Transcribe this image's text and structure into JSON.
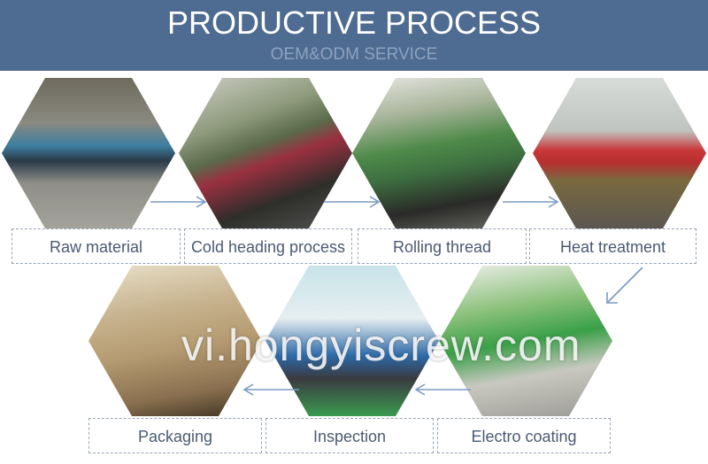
{
  "header": {
    "title": "PRODUCTIVE PROCESS",
    "subtitle": "OEM&ODM SERVICE"
  },
  "steps": [
    {
      "label": "Raw material"
    },
    {
      "label": "Cold heading process"
    },
    {
      "label": "Rolling thread"
    },
    {
      "label": "Heat treatment"
    },
    {
      "label": "Electro coating"
    },
    {
      "label": "Inspection"
    },
    {
      "label": "Packaging"
    }
  ],
  "watermark": "vi.hongyiscrew.com"
}
